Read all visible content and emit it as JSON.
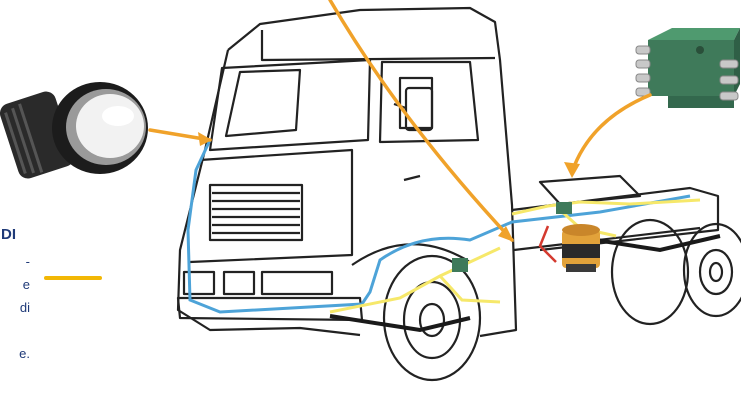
{
  "texts": {
    "heading_fragment": "DI",
    "lines": [
      "-",
      "e",
      "di",
      "e."
    ]
  },
  "colors": {
    "heading": "#1f3a78",
    "accent_bar": "#f2b705",
    "arrow": "#f0a22a",
    "wire_blue": "#4da3d8",
    "wire_yellow": "#f6e86a",
    "manifold": "#3f7a5a",
    "truck_outline": "#222222"
  },
  "icons": {
    "button_image": "round-push-button-illustration",
    "truck_image": "truck-cab-line-drawing",
    "manifold_image": "hydraulic-manifold-block",
    "pump_image": "grease-pump-unit"
  }
}
